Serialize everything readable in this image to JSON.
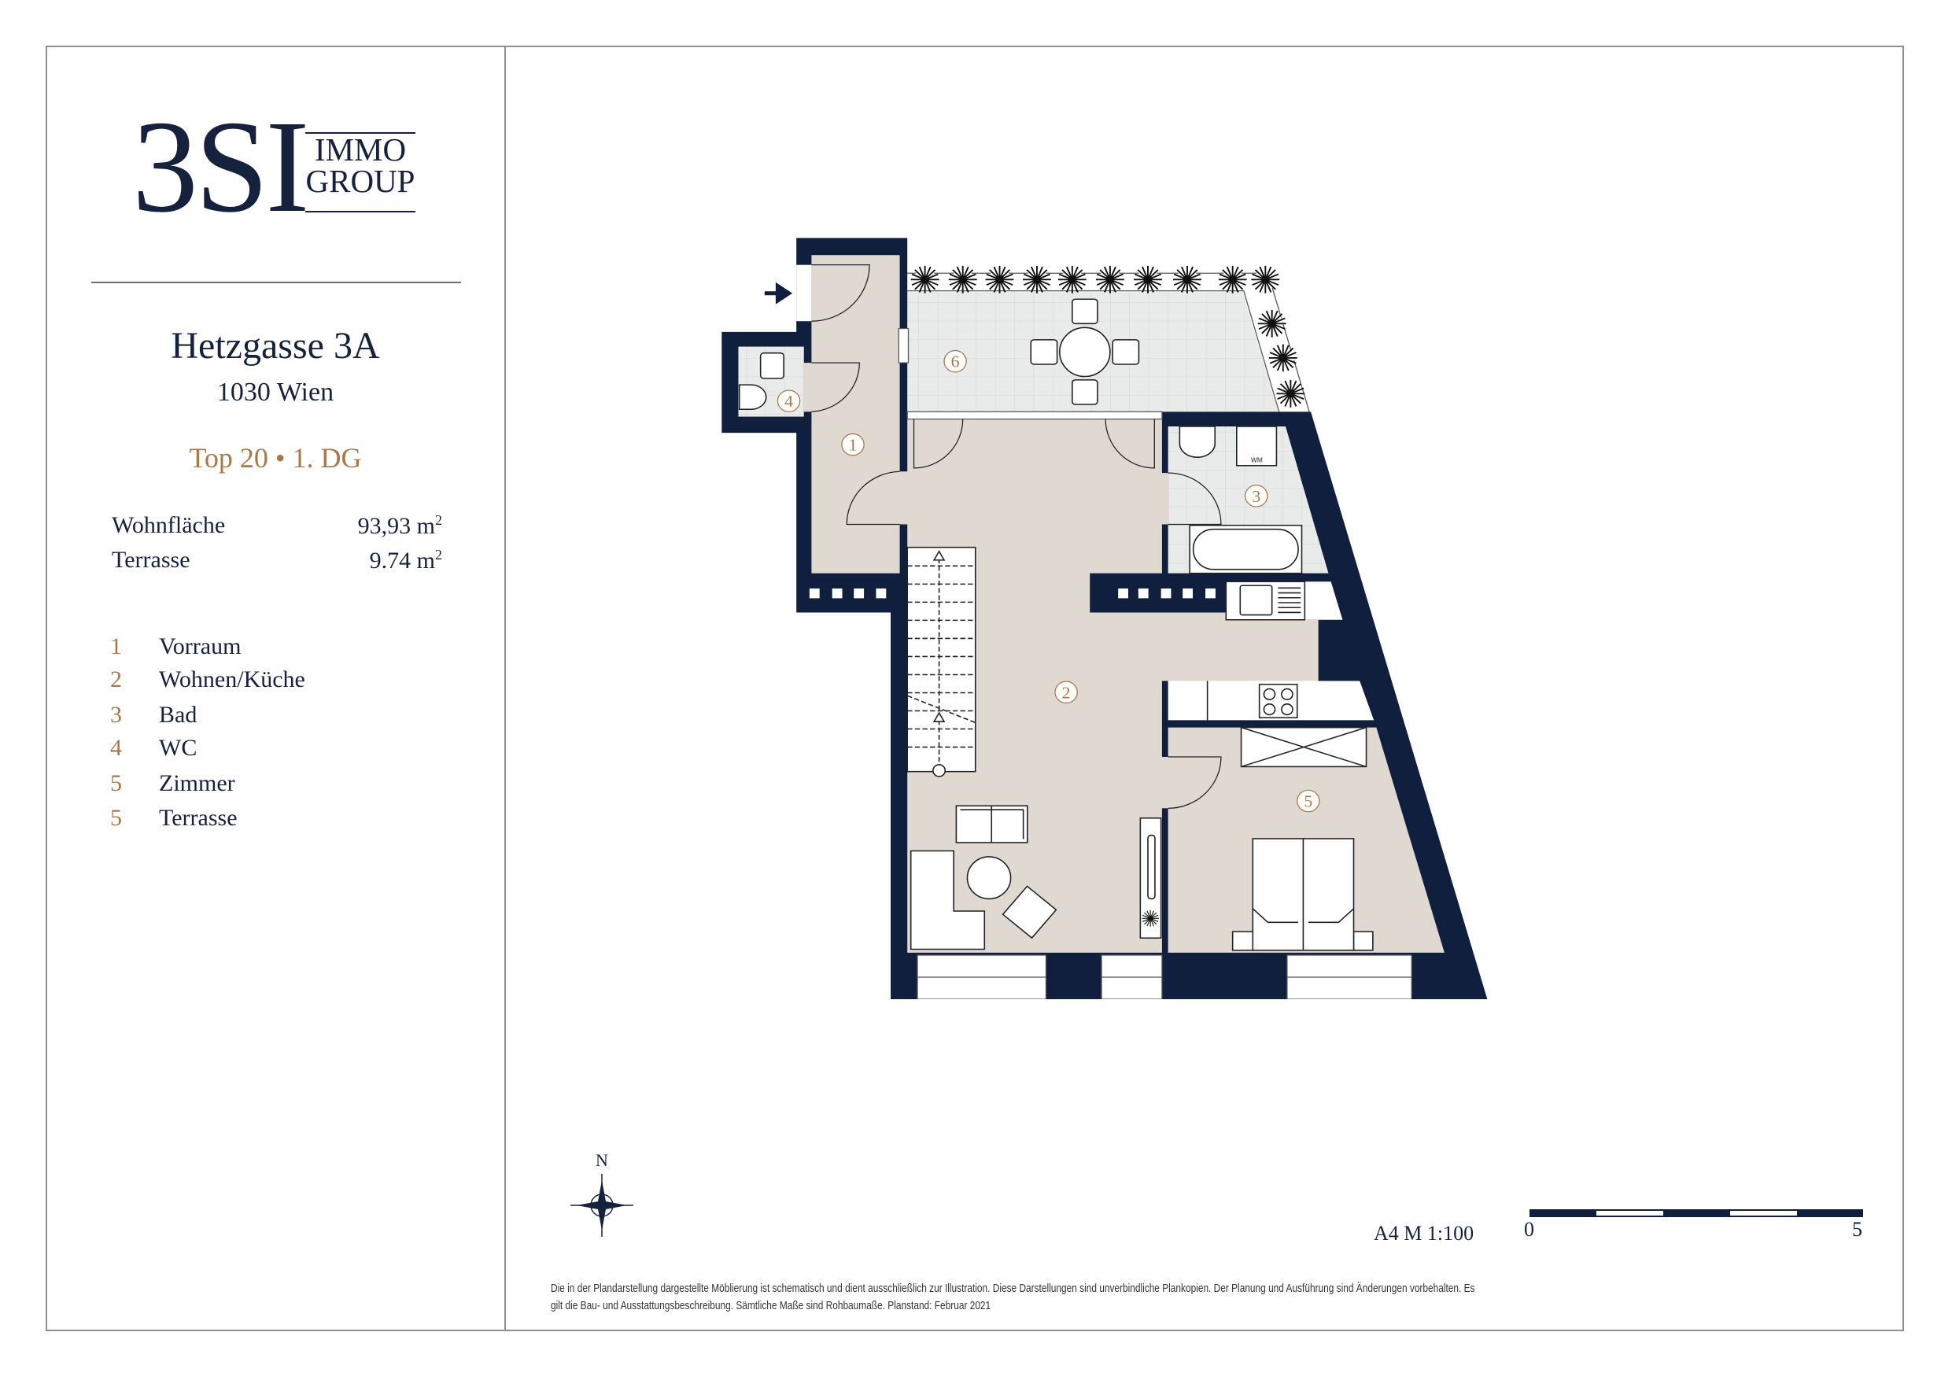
{
  "logo": {
    "main": "3SI",
    "line1": "IMMO",
    "line2": "GROUP"
  },
  "project": {
    "address": "Hetzgasse 3A",
    "city": "1030 Wien",
    "unit": "Top 20 • 1. DG"
  },
  "areas": [
    {
      "label": "Wohnfläche",
      "value": "93,93 m",
      "unit_sup": "2"
    },
    {
      "label": "Terrasse",
      "value": "9.74 m",
      "unit_sup": "2"
    }
  ],
  "rooms": [
    {
      "num": "1",
      "name": "Vorraum"
    },
    {
      "num": "2",
      "name": "Wohnen/Küche"
    },
    {
      "num": "3",
      "name": "Bad"
    },
    {
      "num": "4",
      "name": "WC"
    },
    {
      "num": "5",
      "name": "Zimmer"
    },
    {
      "num": "5",
      "name": "Terrasse"
    }
  ],
  "plan_labels": {
    "r1": "1",
    "r2": "2",
    "r3": "3",
    "r4": "4",
    "r5": "5",
    "r6": "6",
    "wm": "WM"
  },
  "compass": {
    "north": "N"
  },
  "scale": {
    "format": "A4  M 1:100",
    "start": "0",
    "end": "5"
  },
  "disclaimer": [
    "Die in der Plandarstellung dargestellte Möblierung ist schematisch und dient ausschließlich zur Illustration. Diese Darstellungen sind unverbindliche Plankopien. Der Planung und Ausführung sind Änderungen vorbehalten. Es",
    "gilt die Bau- und Ausstattungsbeschreibung. Sämtliche Maße sind Rohbaumaße. Planstand: Februar 2021"
  ],
  "colors": {
    "navy": "#0f1f3d",
    "accent": "#a8784a",
    "floor": "#e0d9d1",
    "tile": "#e9ebea"
  }
}
